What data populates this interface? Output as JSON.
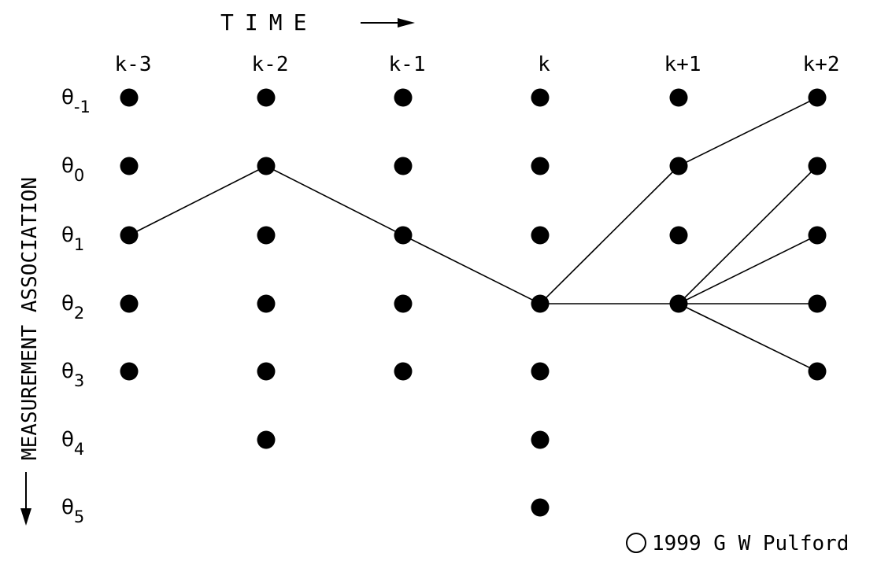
{
  "time_axis": {
    "label": "TIME",
    "columns": [
      "k-3",
      "k-2",
      "k-1",
      "k",
      "k+1",
      "k+2"
    ]
  },
  "association_axis": {
    "label": "MEASUREMENT ASSOCIATION",
    "rows": [
      {
        "symbol": "θ",
        "subscript": "-1"
      },
      {
        "symbol": "θ",
        "subscript": "0"
      },
      {
        "symbol": "θ",
        "subscript": "1"
      },
      {
        "symbol": "θ",
        "subscript": "2"
      },
      {
        "symbol": "θ",
        "subscript": "3"
      },
      {
        "symbol": "θ",
        "subscript": "4"
      },
      {
        "symbol": "θ",
        "subscript": "5"
      }
    ]
  },
  "nodes_by_time": {
    "k-3": [
      "-1",
      "0",
      "1",
      "2",
      "3"
    ],
    "k-2": [
      "-1",
      "0",
      "1",
      "2",
      "3",
      "4"
    ],
    "k-1": [
      "-1",
      "0",
      "1",
      "2",
      "3"
    ],
    "k": [
      "-1",
      "0",
      "1",
      "2",
      "3",
      "4",
      "5"
    ],
    "k+1": [
      "-1",
      "0",
      "1",
      "2"
    ],
    "k+2": [
      "-1",
      "0",
      "1",
      "2",
      "3"
    ]
  },
  "edges": [
    [
      "k-3",
      "1",
      "k-2",
      "0"
    ],
    [
      "k-2",
      "0",
      "k-1",
      "1"
    ],
    [
      "k-1",
      "1",
      "k",
      "2"
    ],
    [
      "k",
      "2",
      "k+1",
      "0"
    ],
    [
      "k",
      "2",
      "k+1",
      "2"
    ],
    [
      "k+1",
      "0",
      "k+2",
      "-1"
    ],
    [
      "k+1",
      "2",
      "k+2",
      "0"
    ],
    [
      "k+1",
      "2",
      "k+2",
      "1"
    ],
    [
      "k+1",
      "2",
      "k+2",
      "2"
    ],
    [
      "k+1",
      "2",
      "k+2",
      "3"
    ]
  ],
  "copyright": {
    "symbol": "©",
    "text": "1999 G W Pulford"
  }
}
